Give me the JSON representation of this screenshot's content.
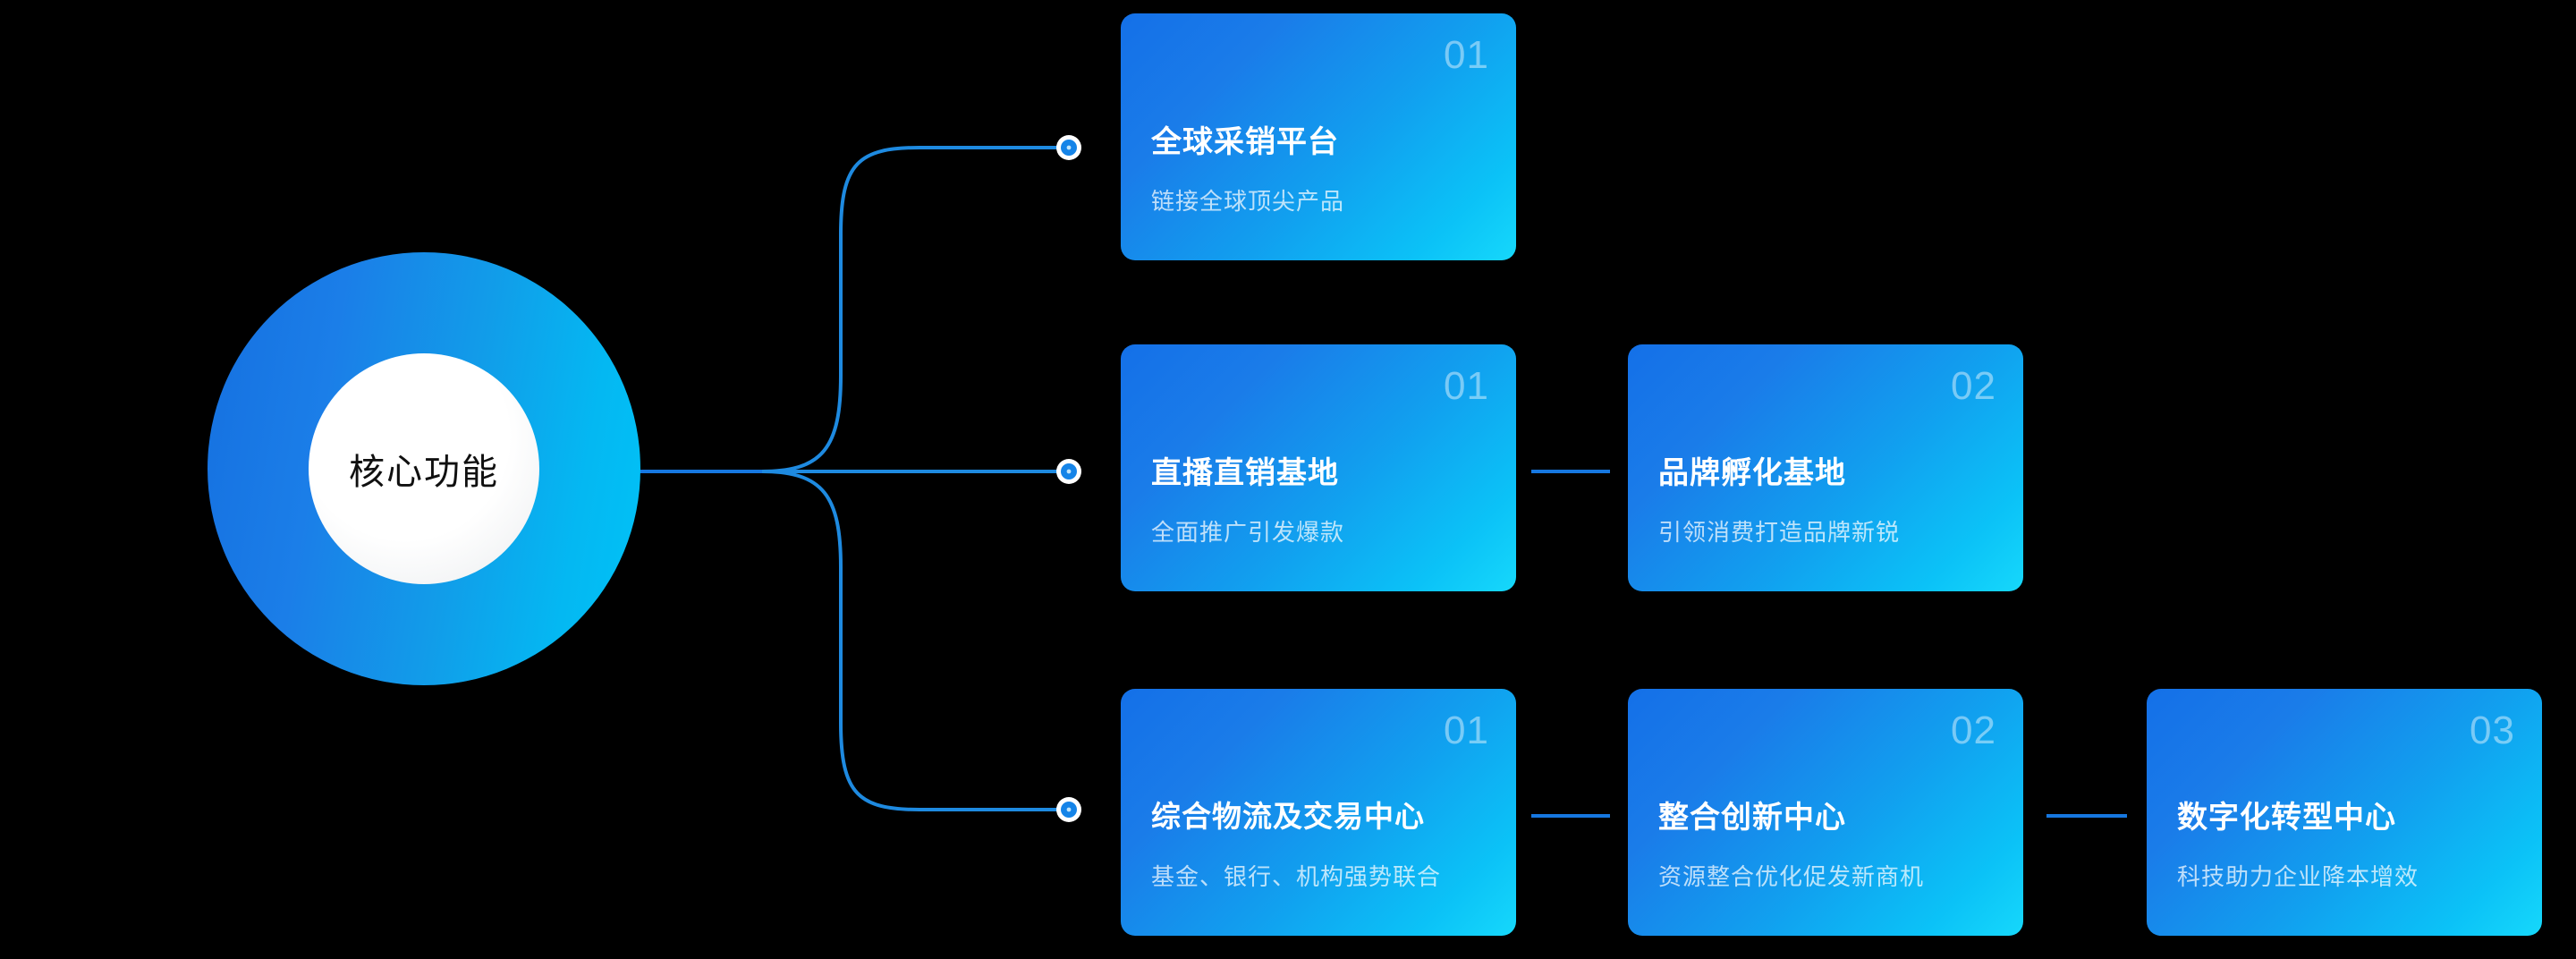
{
  "hub": {
    "label": "核心功能",
    "accent": "#1677e0",
    "gradient_from": "#1570e0",
    "gradient_to": "#00c3f7"
  },
  "background": "#000000",
  "card_gradient": {
    "from": "#1470e8",
    "to": "#16d8fb"
  },
  "rows": [
    {
      "row_id": "row-1",
      "cards": [
        {
          "number": "01",
          "title": "全球采销平台",
          "subtitle": "链接全球顶尖产品"
        }
      ]
    },
    {
      "row_id": "row-2",
      "cards": [
        {
          "number": "01",
          "title": "直播直销基地",
          "subtitle": "全面推广引发爆款"
        },
        {
          "number": "02",
          "title": "品牌孵化基地",
          "subtitle": "引领消费打造品牌新锐"
        }
      ]
    },
    {
      "row_id": "row-3",
      "cards": [
        {
          "number": "01",
          "title": "综合物流及交易中心",
          "subtitle": "基金、银行、机构强势联合"
        },
        {
          "number": "02",
          "title": "整合创新中心",
          "subtitle": "资源整合优化促发新商机"
        },
        {
          "number": "03",
          "title": "数字化转型中心",
          "subtitle": "科技助力企业降本增效"
        }
      ]
    }
  ]
}
